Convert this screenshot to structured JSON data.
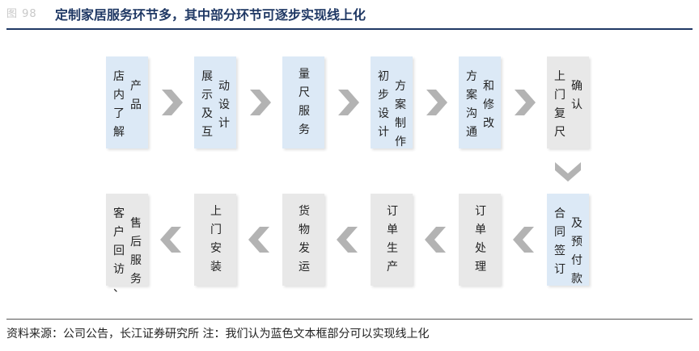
{
  "header": {
    "fig_label": "图 98",
    "title": "定制家居服务环节多，其中部分环节可逐步实现线上化"
  },
  "footer": {
    "source": "资料来源：公司公告，长江证券研究所    注：我们认为蓝色文本框部分可以实现线上化"
  },
  "colors": {
    "online_box": "#dce9f6",
    "offline_box": "#e8e8e8",
    "arrow": "#b3b3b3",
    "title": "#1f3864"
  },
  "steps": [
    {
      "col1": "店内了解",
      "col2": "产品",
      "color": "blue"
    },
    {
      "col1": "展示及互",
      "col2": "动设计",
      "color": "blue"
    },
    {
      "col1": "量尺服务",
      "col2": "",
      "color": "blue"
    },
    {
      "col1": "初步设计",
      "col2": "方案制作",
      "color": "blue"
    },
    {
      "col1": "方案沟通",
      "col2": "和修改",
      "color": "blue"
    },
    {
      "col1": "上门复尺",
      "col2": "确认",
      "color": "gray"
    },
    {
      "col1": "合同签订",
      "col2": "及预付款",
      "color": "blue"
    },
    {
      "col1": "订单处理",
      "col2": "",
      "color": "gray"
    },
    {
      "col1": "订单生产",
      "col2": "",
      "color": "gray"
    },
    {
      "col1": "货物发运",
      "col2": "",
      "color": "gray"
    },
    {
      "col1": "上门安装",
      "col2": "",
      "color": "gray"
    },
    {
      "col1": "客户回访、",
      "col2": "售后服务",
      "color": "gray"
    }
  ]
}
